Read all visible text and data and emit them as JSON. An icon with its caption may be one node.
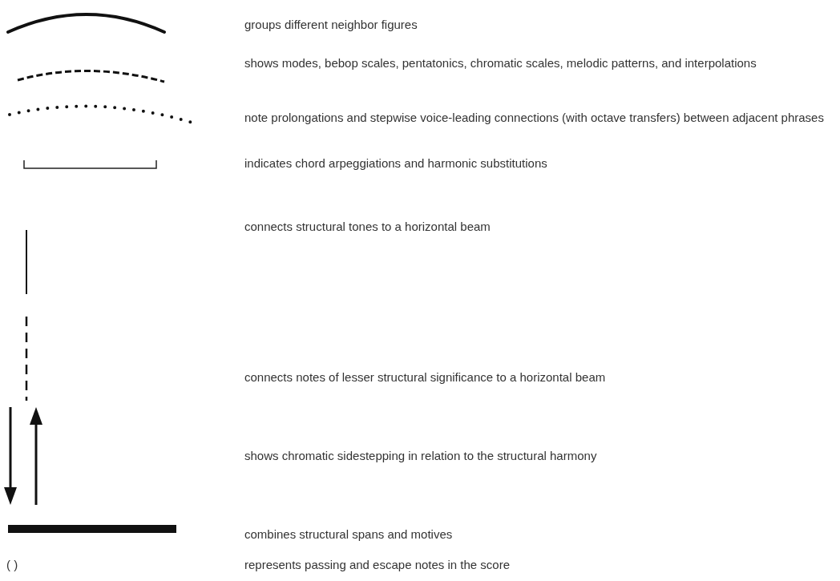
{
  "diagram": {
    "legend": [
      {
        "text": "groups different neighbor figures"
      },
      {
        "text": "shows modes, bebop scales, pentatonics, chromatic scales, melodic patterns, and interpolations"
      },
      {
        "text": "note prolongations and stepwise voice-leading connections (with octave transfers) between adjacent phrases"
      },
      {
        "text": "indicates chord arpeggiations and harmonic substitutions"
      },
      {
        "text": "connects structural tones to a horizontal beam"
      },
      {
        "text": "connects notes of lesser structural significance to a horizontal beam"
      },
      {
        "text": "shows chromatic sidestepping in relation to the structural harmony"
      },
      {
        "text": "combines structural spans and motives"
      },
      {
        "text": "represents passing and escape notes in the score"
      }
    ],
    "labels": [
      "( )"
    ]
  }
}
